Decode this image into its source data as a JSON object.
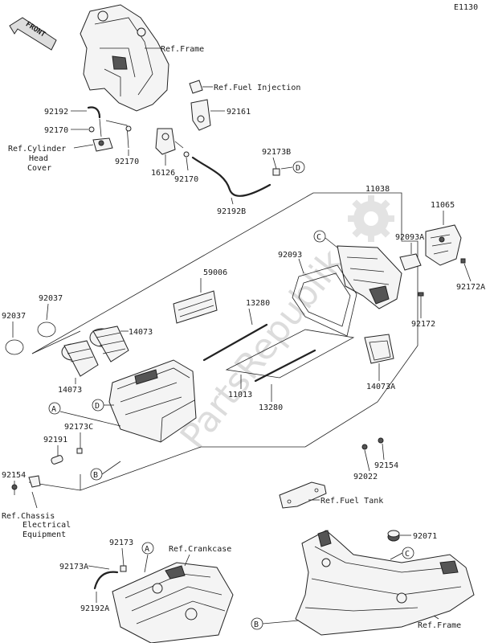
{
  "diagram_code": "E1130",
  "front_arrow": "FRONT",
  "watermark": "PartsRepublik",
  "labels": {
    "ref_frame_top": "Ref.Frame",
    "ref_fuel_injection": "Ref.Fuel Injection",
    "p92161": "92161",
    "p92192": "92192",
    "p92170_a": "92170",
    "ref_cyl_1": "Ref.Cylinder",
    "ref_cyl_2": "Head",
    "ref_cyl_3": "Cover",
    "p92170_b": "92170",
    "p16126": "16126",
    "p92170_c": "92170",
    "p92173b": "92173B",
    "p92192b": "92192B",
    "p11038": "11038",
    "p11065": "11065",
    "p92093a": "92093A",
    "p92093": "92093",
    "p92172a": "92172A",
    "p59006": "59006",
    "p13280_a": "13280",
    "p92172": "92172",
    "p92037_a": "92037",
    "p92037_b": "92037",
    "p14073_a": "14073",
    "p14073_b": "14073",
    "p11013": "11013",
    "p13280_b": "13280",
    "p14073a": "14073A",
    "p92173c": "92173C",
    "p92191": "92191",
    "p92154_a": "92154",
    "p92022": "92022",
    "p92154_b": "92154",
    "ref_fuel_tank": "Ref.Fuel Tank",
    "ref_chassis_1": "Ref.Chassis",
    "ref_chassis_2": "Electrical",
    "ref_chassis_3": "Equipment",
    "p92173": "92173",
    "ref_crankcase": "Ref.Crankcase",
    "p92173a": "92173A",
    "p92192a": "92192A",
    "p92071": "92071",
    "ref_frame_bottom": "Ref.Frame"
  },
  "callouts": {
    "a": "A",
    "b": "B",
    "c": "C",
    "d": "D"
  }
}
